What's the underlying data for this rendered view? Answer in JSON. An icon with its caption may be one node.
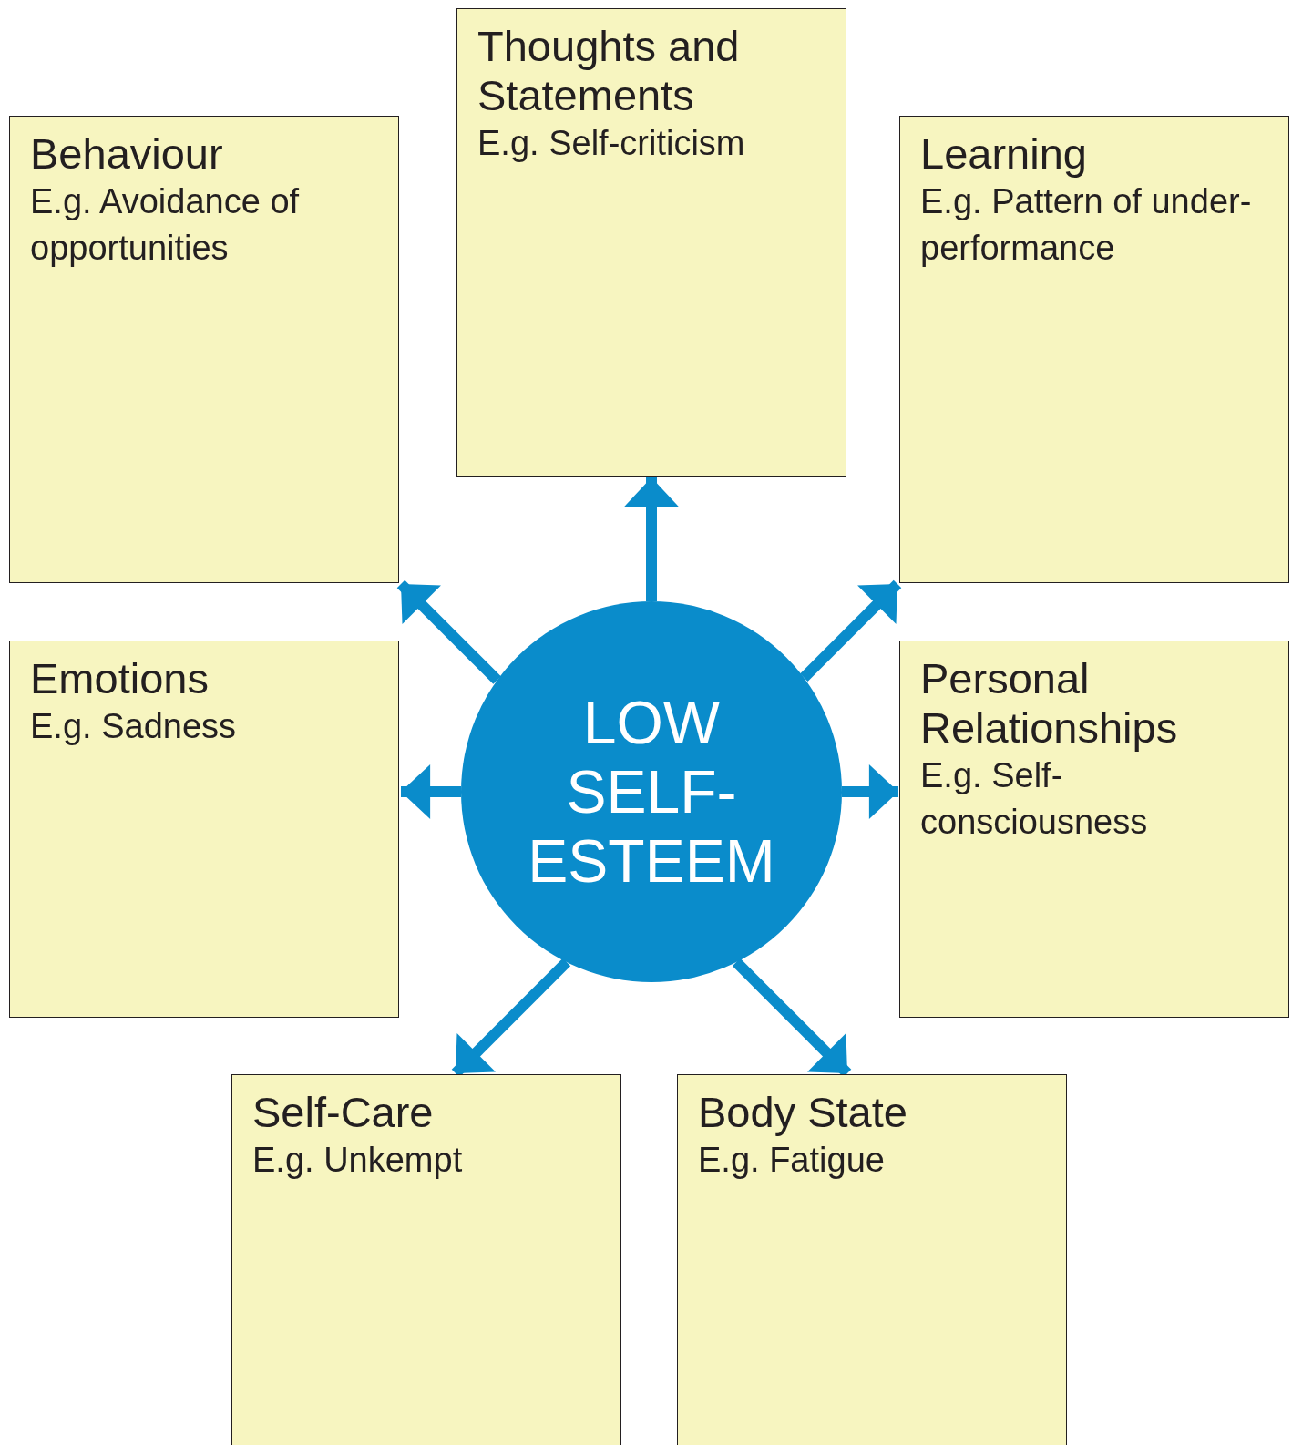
{
  "diagram": {
    "nodes": [
      {
        "text": [
          "Thoughts and Statements",
          "E.g. Self-criticism"
        ]
      },
      {
        "text": [
          "Behaviour",
          "E.g. Avoidance of opportunities"
        ]
      },
      {
        "text": [
          "Learning",
          "E.g. Pattern of under-performance"
        ]
      },
      {
        "text": [
          "Emotions",
          "E.g. Sadness"
        ]
      },
      {
        "text": [
          "LOW SELF-ESTEEM"
        ]
      },
      {
        "text": [
          "Personal Relationships",
          "E.g. Self-consciousness"
        ]
      },
      {
        "text": [
          "Self-Care",
          "E.g. Unkempt"
        ]
      },
      {
        "text": [
          "Body State",
          "E.g. Fatigue"
        ]
      }
    ],
    "edges": [
      {
        "from": 4,
        "to": 0,
        "arrow": "to"
      },
      {
        "from": 4,
        "to": 1,
        "arrow": "to"
      },
      {
        "from": 4,
        "to": 2,
        "arrow": "to"
      },
      {
        "from": 4,
        "to": 3,
        "arrow": "to"
      },
      {
        "from": 4,
        "to": 5,
        "arrow": "to"
      },
      {
        "from": 4,
        "to": 6,
        "arrow": "to"
      },
      {
        "from": 4,
        "to": 7,
        "arrow": "to"
      }
    ]
  }
}
